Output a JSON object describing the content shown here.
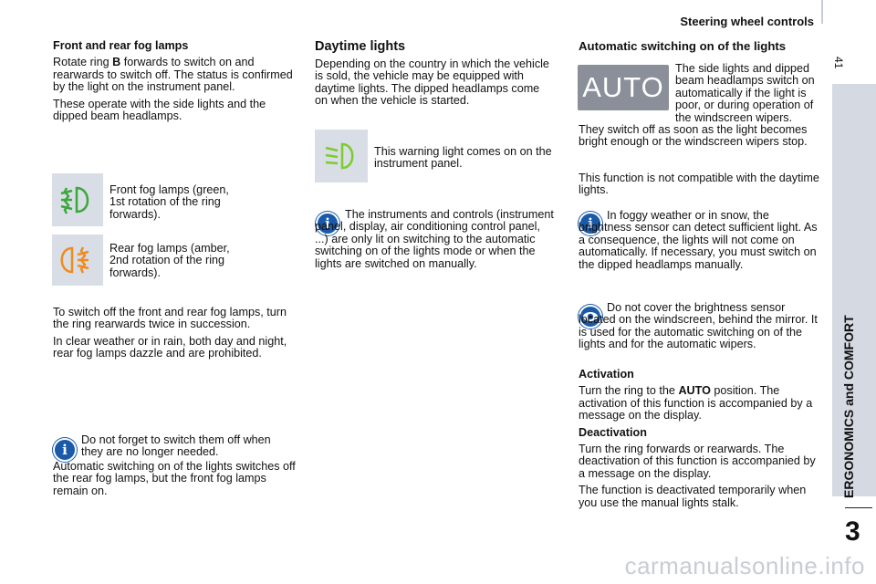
{
  "header": {
    "title": "Steering wheel controls",
    "page_number": "41"
  },
  "sidebar": {
    "section_title": "ERGONOMICS and COMFORT",
    "chapter": "3",
    "color": "#d5d9e2"
  },
  "col1": {
    "heading": "Front and rear fog lamps",
    "p1a": "Rotate ring ",
    "p1b": "B",
    "p1c": " forwards to switch on and rearwards to switch off. The status is confirmed by the light on the instrument panel.",
    "p2": "These operate with the side lights and the dipped beam headlamps.",
    "front_fog": "Front fog lamps (green, 1st rotation of the ring forwards).",
    "rear_fog": "Rear fog lamps (amber, 2nd rotation of the ring forwards).",
    "p3": "To switch off the front and rear fog lamps, turn the ring rearwards twice in succession.",
    "p4": "In clear weather or in rain, both day and night, rear fog lamps dazzle and are prohibited.",
    "note1": "Do not forget to switch them off when they are no longer needed.",
    "note2": "Automatic switching on of the lights switches off the rear fog lamps, but the front fog lamps remain on."
  },
  "col2": {
    "heading": "Daytime lights",
    "p1": "Depending on the country in which the vehicle is sold, the vehicle may be equipped with daytime lights. The dipped headlamps come on when the vehicle is started.",
    "warning": "This warning light comes on on the instrument panel.",
    "note": "The instruments and controls (instrument panel, display, air conditioning control panel, ...) are only lit on switching to the automatic switching on of the lights mode or when the lights are switched on manually."
  },
  "col3": {
    "heading": "Automatic switching on of the lights",
    "auto_label": "AUTO",
    "p1": "The side lights and dipped beam headlamps switch on automatically if the light is poor, or during operation of the windscreen wipers. They switch off as soon as the light becomes bright enough or the windscreen wipers stop.",
    "p2": "This function is not compatible with the daytime lights.",
    "note1": "In foggy weather or in snow, the brightness sensor can detect sufficient light. As a consequence, the lights will not come on automatically. If necessary, you must switch on the dipped headlamps manually.",
    "note2": "Do not cover the brightness sensor located on the windscreen, behind the mirror. It is used for the automatic switching on of the lights and for the automatic wipers.",
    "activation_title": "Activation",
    "activation_a": "Turn the ring to the ",
    "activation_b": "AUTO",
    "activation_c": " position. The activation of this function is accompanied by a message on the display.",
    "deactivation_title": "Deactivation",
    "deactivation": "Turn the ring forwards or rearwards. The deactivation of this function is accompanied by a message on the display.",
    "p3": "The function is deactivated temporarily when you use the manual lights stalk."
  },
  "footer": {
    "watermark": "carmanualsonline.info"
  }
}
